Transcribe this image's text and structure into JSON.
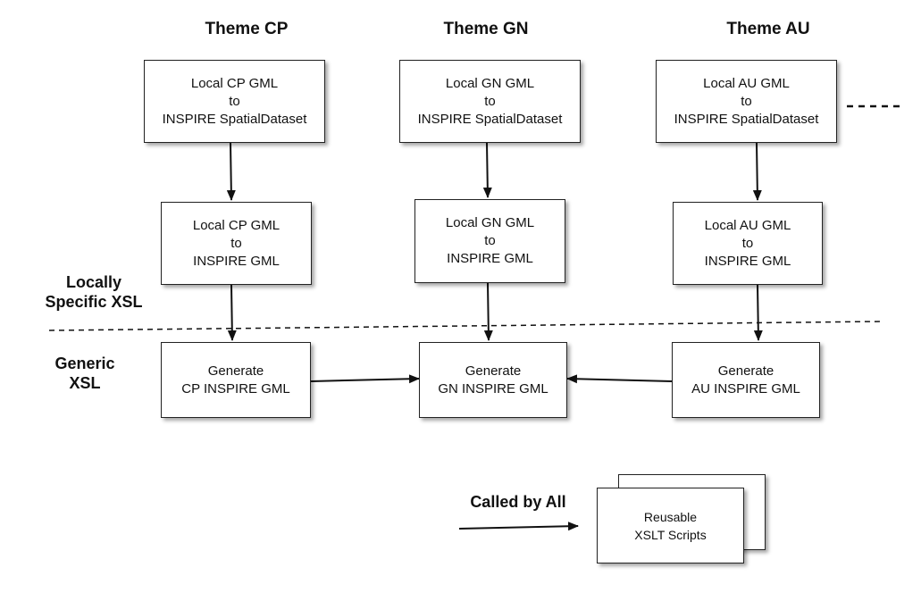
{
  "themes": [
    {
      "id": "cp",
      "heading": "Theme CP",
      "dataset": [
        "Local CP GML",
        "to",
        "INSPIRE SpatialDataset"
      ],
      "gml": [
        "Local CP GML",
        "to",
        "INSPIRE GML"
      ],
      "generate": [
        "Generate",
        "CP INSPIRE GML"
      ]
    },
    {
      "id": "gn",
      "heading": "Theme GN",
      "dataset": [
        "Local GN GML",
        "to",
        "INSPIRE SpatialDataset"
      ],
      "gml": [
        "Local GN GML",
        "to",
        "INSPIRE GML"
      ],
      "generate": [
        "Generate",
        "GN INSPIRE GML"
      ]
    },
    {
      "id": "au",
      "heading": "Theme AU",
      "dataset": [
        "Local AU GML",
        "to",
        "INSPIRE SpatialDataset"
      ],
      "gml": [
        "Local AU GML",
        "to",
        "INSPIRE GML"
      ],
      "generate": [
        "Generate",
        "AU INSPIRE GML"
      ]
    }
  ],
  "side_labels": {
    "locally": [
      "Locally",
      "Specific XSL"
    ],
    "generic": [
      "Generic",
      "XSL"
    ]
  },
  "legend": {
    "arrow_label": "Called by All",
    "box": [
      "Reusable",
      "XSLT Scripts"
    ]
  }
}
